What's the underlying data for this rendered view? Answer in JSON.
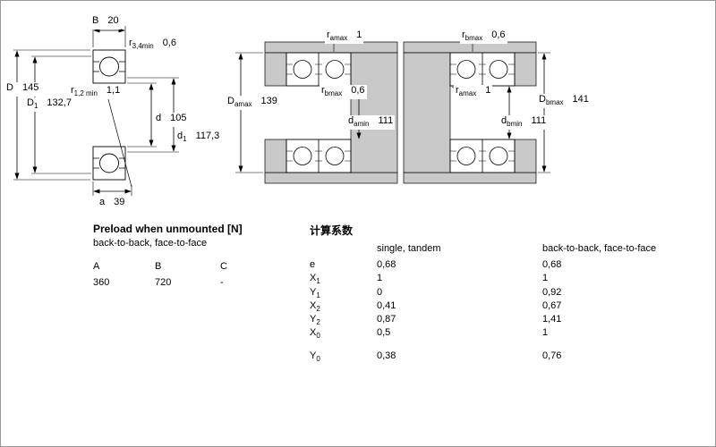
{
  "colors": {
    "line": "#000000",
    "shading": "#c9c9c9",
    "background": "#ffffff"
  },
  "drawing_left": {
    "dims": {
      "B": {
        "main": "B",
        "sub": "",
        "value": "20"
      },
      "r34": {
        "main": "r",
        "sub": "3,4min",
        "value": "0,6"
      },
      "D": {
        "main": "D",
        "sub": "",
        "value": "145"
      },
      "r12": {
        "main": "r",
        "sub": "1,2 min",
        "value": "1,1"
      },
      "D1": {
        "main": "D",
        "sub": "1",
        "value": "132,7"
      },
      "d": {
        "main": "d",
        "sub": "",
        "value": "105"
      },
      "d1": {
        "main": "d",
        "sub": "1",
        "value": "117,3"
      },
      "a": {
        "main": "a",
        "sub": "",
        "value": "39"
      }
    }
  },
  "drawing_back_to_back": {
    "dims": {
      "ramax": {
        "main": "r",
        "sub": "amax",
        "value": "1"
      },
      "Damax": {
        "main": "D",
        "sub": "amax",
        "value": "139"
      },
      "rbmax": {
        "main": "r",
        "sub": "bmax",
        "value": "0,6"
      },
      "damin": {
        "main": "d",
        "sub": "amin",
        "value": "111"
      }
    }
  },
  "drawing_face_to_face": {
    "dims": {
      "rbmax": {
        "main": "r",
        "sub": "bmax",
        "value": "0,6"
      },
      "ramax": {
        "main": "r",
        "sub": "amax",
        "value": "1"
      },
      "Dbmax": {
        "main": "D",
        "sub": "bmax",
        "value": "141"
      },
      "dbmin": {
        "main": "d",
        "sub": "bmin",
        "value": "111"
      }
    }
  },
  "preload_table": {
    "title": "Preload when unmounted [N]",
    "subtitle": "back-to-back, face-to-face",
    "columns": [
      "A",
      "B",
      "C"
    ],
    "values": [
      "360",
      "720",
      "-"
    ]
  },
  "factors_table": {
    "title": "计算系数",
    "col1_header": "single, tandem",
    "col2_header": "back-to-back, face-to-face",
    "rows": [
      {
        "main": "e",
        "sub": "",
        "v1": "0,68",
        "v2": "0,68"
      },
      {
        "main": "X",
        "sub": "1",
        "v1": "1",
        "v2": "1"
      },
      {
        "main": "Y",
        "sub": "1",
        "v1": "0",
        "v2": "0,92"
      },
      {
        "main": "X",
        "sub": "2",
        "v1": "0,41",
        "v2": "0,67"
      },
      {
        "main": "Y",
        "sub": "2",
        "v1": "0,87",
        "v2": "1,41"
      },
      {
        "main": "X",
        "sub": "0",
        "v1": "0,5",
        "v2": "1"
      },
      {
        "main": "Y",
        "sub": "0",
        "v1": "0,38",
        "v2": "0,76"
      }
    ]
  }
}
